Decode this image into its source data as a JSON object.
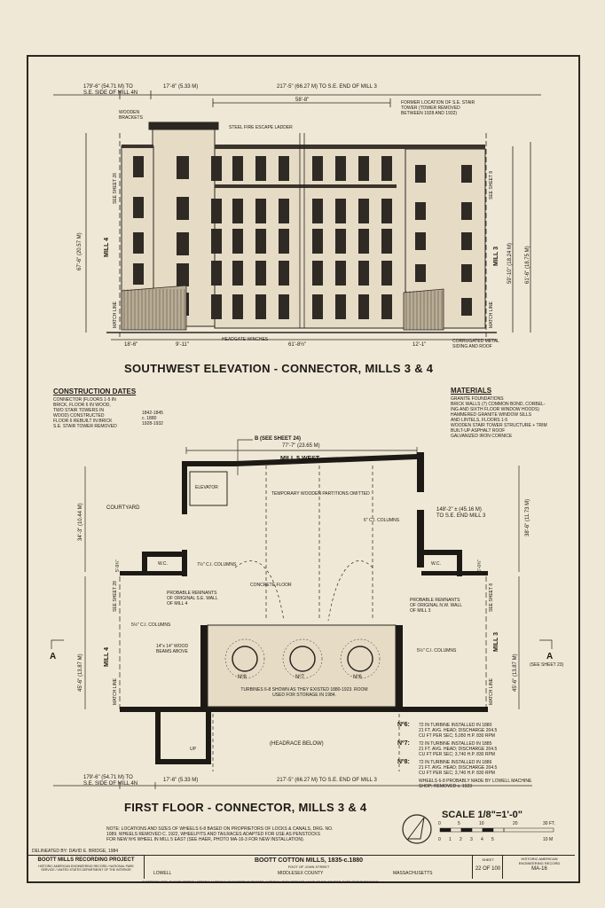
{
  "elevation": {
    "title": "SOUTHWEST ELEVATION - CONNECTOR, MILLS 3 & 4",
    "dim_left_top": "179'-6\" (54.71 M) TO",
    "dim_left_top2": "S.E. SIDE OF MILL 4N",
    "dim_17_6": "17'-6\" (5.33 M)",
    "dim_217": "217'-5\" (66.27 M) TO S.E. END OF MILL 3",
    "dim_58": "58'-8\"",
    "former_location": "FORMER LOCATION OF S.E. STAIR TOWER (TOWER REMOVED BETWEEN 1928 AND 1932)",
    "wooden_brackets": "WOODEN BRACKETS",
    "fire_escape": "STEEL FIRE ESCAPE LADDER",
    "see_sheet_28": "SEE SHEET 28",
    "see_sheet_8": "SEE SHEET 8",
    "mill4": "MILL 4",
    "mill3": "MILL 3",
    "height_left": "67'-6\" (20.57 M)",
    "height_right": "59'-10\" (18.24 M)",
    "height_right2": "61'-6\" (18.75 M)",
    "match_line": "MATCH LINE",
    "dim_18_6": "18'-6\"",
    "dim_9_11": "9'-11\"",
    "dim_61_8": "61'-8½\"",
    "dim_12_1": "12'-1\"",
    "headgate_winches": "HEADGATE WINCHES",
    "corrugated": "CORRUGATED METAL SIDING AND ROOF"
  },
  "construction": {
    "header": "CONSTRUCTION DATES",
    "lines": [
      "CONNECTOR (FLOORS 1-5 IN",
      "BRICK, FLOOR 6 IN WOOD,",
      "TWO STAIR TOWERS IN",
      "WOOD) CONSTRUCTED",
      "FLOOR 6 REBUILT IN BRICK",
      "S.E. STAIR TOWER REMOVED"
    ],
    "dates": [
      "1842-1845",
      "c. 1880",
      "1928-1932"
    ]
  },
  "materials": {
    "header": "MATERIALS",
    "lines": [
      "GRANITE FOUNDATIONS",
      "BRICK WALLS (7) COMMON BOND, CORBEL-",
      "ING AND SIXTH FLOOR WINDOW HOODS)",
      "HAMMERED GRANITE WINDOW SILLS",
      "AND LINTELS, FLOORS 1-5",
      "WOODEN STAIR TOWER STRUCTURE + TRIM",
      "BUILT-UP ASPHALT ROOF",
      "GALVANIZED IRON CORNICE"
    ]
  },
  "plan": {
    "title": "FIRST FLOOR - CONNECTOR, MILLS 3 & 4",
    "dim_77": "77'-7\" (23.65 M)",
    "see_sheet_24": "B (SEE SHEET 24)",
    "mill5_west": "MILL 5 WEST",
    "elevator": "ELEVATOR",
    "temp_partitions": "TEMPORARY WOODEN PARTITIONS OMITTED",
    "courtyard": "COURTYARD",
    "dim_34_3": "34'-3\" (10.44 M)",
    "dim_148": "148'-2\" ± (45.16 M)",
    "dim_148b": "TO S.E. END MILL 3",
    "dim_38_6": "38'-6\" (11.73 M)",
    "ci_columns_6": "6\" C.I. COLUMNS",
    "ci_columns_7": "7½\" C.I. COLUMNS",
    "ci_columns_55": "5½\" C.I. COLUMNS",
    "ci_columns_55b": "5½\" C.I. COLUMNS",
    "wc": "W.C.",
    "wc2": "W.C.",
    "dim_5_9": "5'-9¾\"",
    "dim_6_0": "6'-0¾\"",
    "concrete_floor": "CONCRETE FLOOR",
    "remnants_left": "PROBABLE REMNANTS OF ORIGINAL S.E. WALL OF MILL 4",
    "remnants_right": "PROBABLE REMNANTS OF ORIGINAL N.W. WALL OF MILL 3",
    "beams": "14\"x 14\" WOOD BEAMS ABOVE",
    "wheel8": "Nº8",
    "wheel7": "Nº7",
    "wheel6": "Nº6",
    "turbines_note": "TURBINES 6-8 SHOWN AS THEY EXISTED 1880-1923. ROOM USED FOR STORAGE IN 1984.",
    "headrace": "(HEADRACE BELOW)",
    "section_a": "A",
    "section_a2": "A",
    "see_sheet_23": "(SEE SHEET 23)",
    "dim_45_left": "45'-6\" (13.87 M)",
    "dim_45_right": "45'-6\" (13.87 M)",
    "up": "UP",
    "bottom_left_dim": "179'-6\" (54.71 M) TO",
    "bottom_left_dim2": "S.E. SIDE OF MILL 4N",
    "bottom_17_6": "17'-6\" (5.33 M)",
    "bottom_217": "217'-5\" (66.27 M) TO S.E. END OF MILL 3"
  },
  "wheels": [
    {
      "no": "Nº6:",
      "lines": [
        "72 IN TURBINE INSTALLED IN 1880",
        "21 FT. AVG. HEAD; DISCHARGE 204.5",
        "CU FT PER SEC; 5,050 H.P. 830 RPM"
      ]
    },
    {
      "no": "Nº7:",
      "lines": [
        "72 IN TURBINE INSTALLED IN 1885",
        "21 FT. AVG. HEAD; DISCHARGE 204.5",
        "CU FT PER SEC; 3,740 H.P. 830 RPM"
      ]
    },
    {
      "no": "Nº8:",
      "lines": [
        "72 IN TURBINE INSTALLED IN 1886",
        "21 FT. AVG. HEAD; DISCHARGE 204.5",
        "CU FT PER SEC; 3,740 H.P. 830 RPM"
      ]
    }
  ],
  "wheels_note": "WHEELS 6-8 PROBABLY MADE BY LOWELL MACHINE SHOP; REMOVED c. 1923",
  "scale": {
    "label": "SCALE 1/8\"=1'-0\"",
    "ft": [
      "0",
      "5",
      "10",
      "20",
      "30 FT."
    ],
    "m": [
      "0",
      "1",
      "2",
      "3",
      "4",
      "5",
      "10 M"
    ]
  },
  "note": [
    "NOTE: LOCATIONS AND SIZES OF WHEELS 6-8 BASED ON PROPRIETORS OF LOCKS & CANALS, DRG. NO.",
    "1089.  WHEELS REMOVED C. 1922, WHEELPITS AND TAILRACES ADAPTED FOR USE AS PENSTOCKS",
    "FOR NEW Nº6 WHEEL IN MILL 5 EAST (SEE HAER, PHOTO MA-16-3 FOR NEW INSTALLATION)."
  ],
  "titleblock": {
    "delineated": "DELINEATED BY: DAVID E. BRIDGE, 1984",
    "project": "BOOTT MILLS RECORDING PROJECT",
    "agencies": "HISTORIC AMERICAN ENGINEERING RECORD / NATIONAL PARK SERVICE / UNITED STATES DEPARTMENT OF THE INTERIOR",
    "mills": "BOOTT COTTON MILLS, 1835-c.1880",
    "street": "FOOT OF JOHN STREET",
    "city": "LOWELL",
    "county": "MIDDLESEX COUNTY",
    "state": "MASSACHUSETTS",
    "sheet_label": "SHEET",
    "sheet_no": "22 OF 100",
    "haer": "HISTORIC AMERICAN ENGINEERING RECORD",
    "haer_no": "MA-16",
    "footer": "IF REPRODUCED, PLEASE CREDIT: HISTORIC AMERICAN ENGINEERING RECORD, NATIONAL PARK SERVICE, NAME OF DELINEATOR, DATE OF THE DRAWING"
  }
}
